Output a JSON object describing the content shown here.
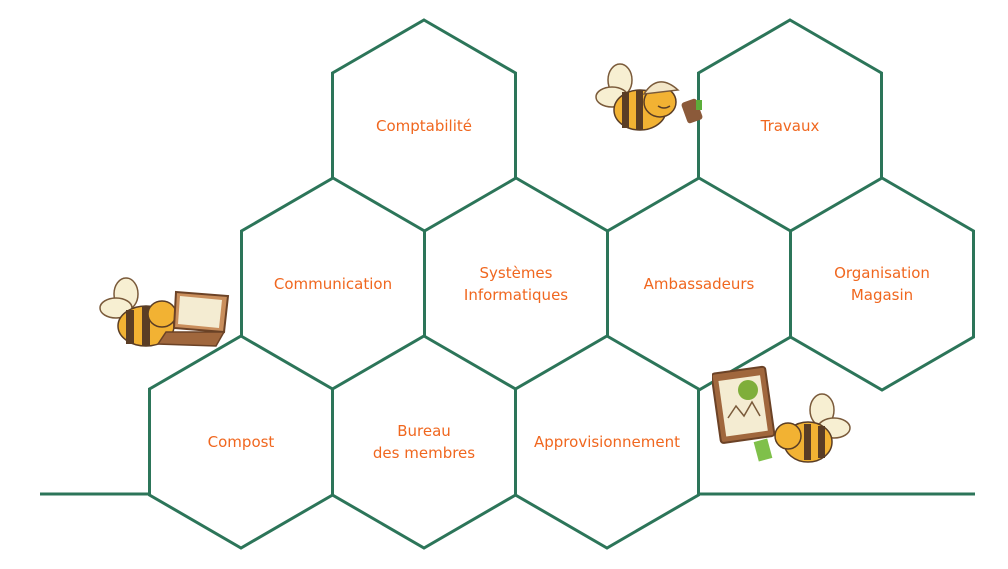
{
  "colors": {
    "outline": "#2c7559",
    "label": "#f0671f"
  },
  "hexagons": [
    {
      "label": "Comptabilité"
    },
    {
      "label": "Travaux"
    },
    {
      "label": "Communication"
    },
    {
      "label": "Systèmes Informatiques"
    },
    {
      "label": "Ambassadeurs"
    },
    {
      "label": "Organisation Magasin"
    },
    {
      "label": "Compost"
    },
    {
      "label": "Bureau des membres"
    },
    {
      "label": "Approvisionnement"
    }
  ],
  "illustrations": [
    "bee-construction-icon",
    "bee-laptop-icon",
    "bee-clipboard-icon"
  ]
}
